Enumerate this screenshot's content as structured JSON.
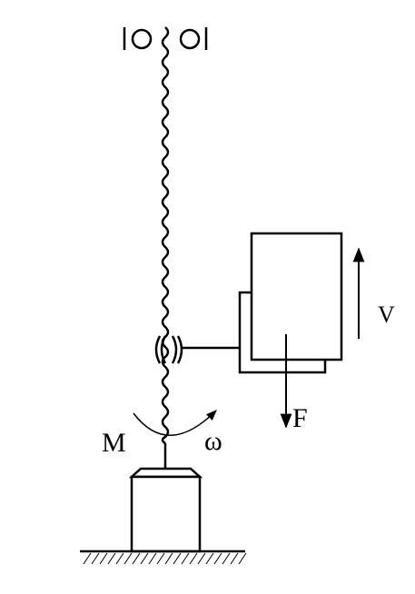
{
  "labels": {
    "moment": "M",
    "angular_velocity": "ω",
    "force": "F",
    "velocity": "V"
  },
  "colors": {
    "stroke": "#000000",
    "background": "#ffffff"
  }
}
